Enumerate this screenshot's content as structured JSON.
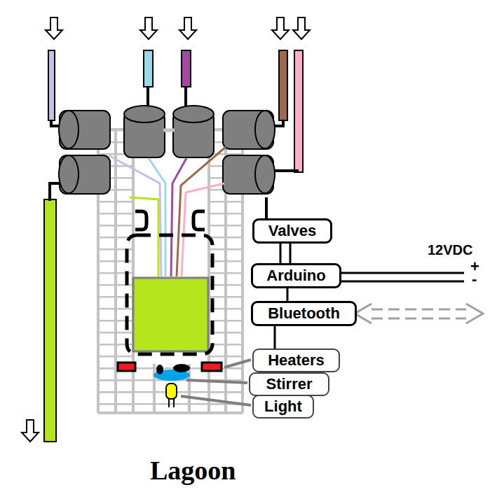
{
  "diagram": {
    "caption": "Lagoon",
    "nodes": [
      {
        "text": [
          "Valves"
        ]
      },
      {
        "text": [
          "Arduino"
        ]
      },
      {
        "text": [
          "Bluetooth"
        ]
      },
      {
        "text": [
          "Heaters"
        ]
      },
      {
        "text": [
          "Stirrer"
        ]
      },
      {
        "text": [
          "Light"
        ]
      }
    ],
    "edges": [
      {
        "from": 0,
        "to": 1,
        "arrow": "none"
      },
      {
        "from": 0,
        "to": 1,
        "arrow": "none"
      },
      {
        "from": 1,
        "to": 2,
        "arrow": "none"
      },
      {
        "from": 2,
        "to": 3,
        "arrow": "none"
      }
    ],
    "labels": [
      "12VDC",
      "+",
      "-"
    ]
  }
}
